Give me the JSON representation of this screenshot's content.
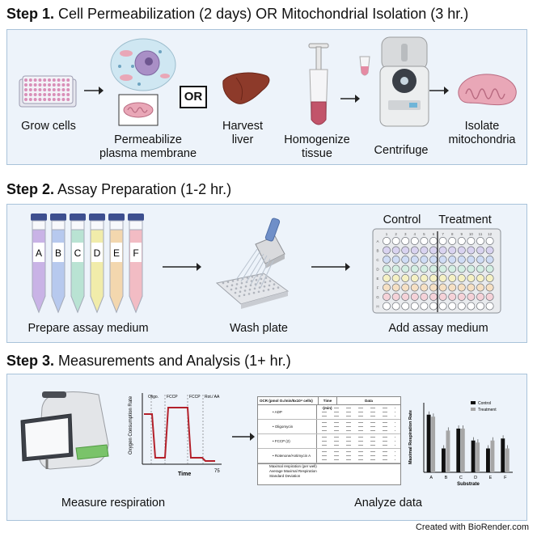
{
  "step1": {
    "heading_bold": "Step 1.",
    "heading_rest": "Cell Permeabilization (2 days) OR Mitochondrial Isolation (3 hr.)",
    "labels": {
      "grow": "Grow cells",
      "permeabilize_1": "Permeabilize",
      "permeabilize_2": "plasma membrane",
      "or": "OR",
      "harvest_1": "Harvest",
      "harvest_2": "liver",
      "homogenize_1": "Homogenize",
      "homogenize_2": "tissue",
      "centrifuge": "Centrifuge",
      "isolate_1": "Isolate",
      "isolate_2": "mitochondria"
    }
  },
  "step2": {
    "heading_bold": "Step 2.",
    "heading_rest": "Assay Preparation (1-2 hr.)",
    "tubes": [
      "A",
      "B",
      "C",
      "D",
      "E",
      "F"
    ],
    "tube_colors": [
      "#c9b3e6",
      "#b7c9ee",
      "#b9e3d3",
      "#f1ecaa",
      "#f3d7ae",
      "#f2bcc4"
    ],
    "labels": {
      "prepare": "Prepare assay medium",
      "wash": "Wash plate",
      "add": "Add assay medium",
      "control": "Control",
      "treatment": "Treatment"
    },
    "plate_cols": [
      "1",
      "2",
      "3",
      "4",
      "5",
      "6",
      "7",
      "8",
      "9",
      "10",
      "11",
      "12"
    ],
    "plate_rows": [
      "A",
      "B",
      "C",
      "D",
      "E",
      "F",
      "G",
      "H"
    ]
  },
  "step3": {
    "heading_bold": "Step 3.",
    "heading_rest": "Measurements and Analysis (1+ hr.)",
    "labels": {
      "measure": "Measure respiration",
      "analyze": "Analyze data"
    },
    "ocr_trace": {
      "ylabel": "Oxygen Consumption Rate",
      "xlabel": "Time",
      "x_end": "75",
      "injections": [
        "Oligo.",
        "FCCP",
        "FCCP",
        "Rot./ AA"
      ]
    },
    "table": {
      "header_1": "OCR (pmol O₂/min/5x10⁴ cells)",
      "header_2": "Time (min)",
      "header_3": "Data",
      "row_groups": [
        "ADP",
        "Oligomycin",
        "FCCP (2)",
        "Rotenone/Antimycin A"
      ],
      "footer_1": "Maximal respiration (per well)",
      "footer_2": "Average Maximal Respiration",
      "footer_3": "Standard Deviation"
    },
    "bar_chart": {
      "ylabel": "Maximal Respiration Rate",
      "xlabel": "Substrate",
      "legend": [
        "Control",
        "Treatment"
      ]
    }
  },
  "chart_data": {
    "type": "bar",
    "categories": [
      "A",
      "B",
      "C",
      "D",
      "E",
      "F"
    ],
    "series": [
      {
        "name": "Control",
        "values": [
          290,
          120,
          220,
          160,
          120,
          170
        ]
      },
      {
        "name": "Treatment",
        "values": [
          280,
          210,
          220,
          150,
          160,
          120
        ]
      }
    ],
    "xlabel": "Substrate",
    "ylabel": "Maximal Respiration Rate",
    "legend_position": "top-right",
    "colors": {
      "Control": "#111111",
      "Treatment": "#a6a6a6"
    }
  },
  "footer": {
    "credit": "Created with BioRender.com"
  },
  "colors": {
    "panel_bg": "#edf3fa",
    "panel_border": "#a9c3da",
    "liver": "#8d3a2a",
    "mito": "#e9a7b7"
  }
}
